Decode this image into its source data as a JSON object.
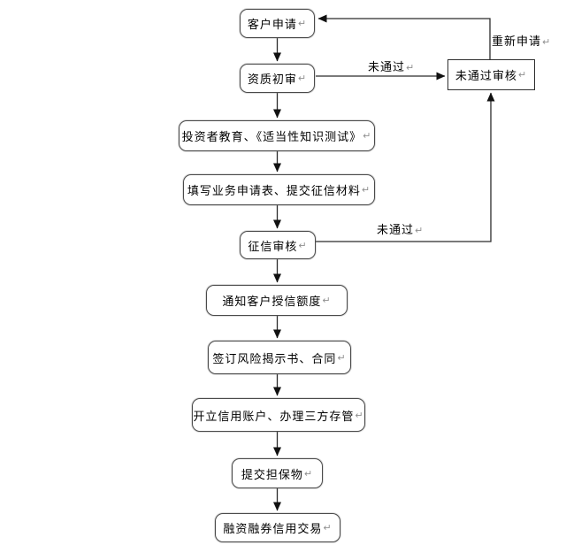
{
  "diagram": {
    "type": "flowchart",
    "language": "zh-CN",
    "glyphs": {
      "return_mark": "↵"
    },
    "colors": {
      "background": "#ffffff",
      "node_fill": "#ffffff",
      "node_border": "#4a4a4a",
      "line": "#2b2b2b",
      "arrowhead": "#111111",
      "text": "#000000",
      "return_mark": "#8f8f8f"
    },
    "nodes": [
      {
        "id": "customer-application",
        "label": "客户申请",
        "shape": "rounded"
      },
      {
        "id": "qualification-review",
        "label": "资质初审",
        "shape": "rounded"
      },
      {
        "id": "investor-education",
        "label": "投资者教育、《适当性知识测试》",
        "shape": "rounded"
      },
      {
        "id": "fill-application",
        "label": "填写业务申请表、提交征信材料",
        "shape": "rounded"
      },
      {
        "id": "credit-review",
        "label": "征信审核",
        "shape": "rounded"
      },
      {
        "id": "notify-credit-limit",
        "label": "通知客户授信额度",
        "shape": "rounded"
      },
      {
        "id": "sign-risk-disclosure",
        "label": "签订风险揭示书、合同",
        "shape": "rounded"
      },
      {
        "id": "open-credit-account",
        "label": "开立信用账户、办理三方存管",
        "shape": "rounded"
      },
      {
        "id": "submit-collateral",
        "label": "提交担保物",
        "shape": "rounded"
      },
      {
        "id": "margin-trading",
        "label": "融资融券信用交易",
        "shape": "rounded"
      },
      {
        "id": "failed-review",
        "label": "未通过审核",
        "shape": "rect"
      }
    ],
    "edges": [
      {
        "from": "customer-application",
        "to": "qualification-review"
      },
      {
        "from": "qualification-review",
        "to": "investor-education"
      },
      {
        "from": "investor-education",
        "to": "fill-application"
      },
      {
        "from": "fill-application",
        "to": "credit-review"
      },
      {
        "from": "credit-review",
        "to": "notify-credit-limit"
      },
      {
        "from": "notify-credit-limit",
        "to": "sign-risk-disclosure"
      },
      {
        "from": "sign-risk-disclosure",
        "to": "open-credit-account"
      },
      {
        "from": "open-credit-account",
        "to": "submit-collateral"
      },
      {
        "from": "submit-collateral",
        "to": "margin-trading"
      },
      {
        "from": "qualification-review",
        "to": "failed-review",
        "label": "未通过"
      },
      {
        "from": "credit-review",
        "to": "failed-review",
        "label": "未通过"
      },
      {
        "from": "failed-review",
        "to": "customer-application",
        "label": "重新申请"
      }
    ],
    "edge_labels": [
      {
        "id": "not-passed-top",
        "label": "未通过"
      },
      {
        "id": "reapply",
        "label": "重新申请"
      },
      {
        "id": "not-passed-middle",
        "label": "未通过"
      }
    ]
  }
}
